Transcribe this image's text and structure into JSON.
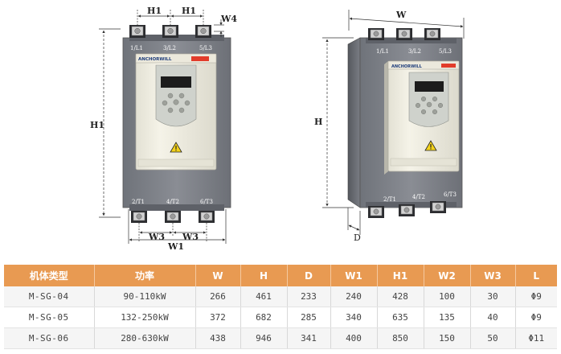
{
  "front_view": {
    "dims": {
      "h1_left": "H1",
      "h1_right": "H1",
      "w4": "W4",
      "h1_side": "H1",
      "w3_left": "W3",
      "w3_right": "W3",
      "w1": "W1"
    },
    "terminals_top": [
      "1/L1",
      "3/L2",
      "5/L3"
    ],
    "terminals_bottom": [
      "2/T1",
      "4/T2",
      "6/T3"
    ],
    "brand": "ANCHORWILL",
    "panel_colors": {
      "plate": "#7d8087",
      "body": "#f2f0e4",
      "keypad": "#cfd2cc",
      "accent": "#e23c2a"
    }
  },
  "side_view": {
    "dims": {
      "w": "W",
      "h": "H",
      "d": "D"
    },
    "terminals_top": [
      "1/L1",
      "3/L2",
      "5/L3"
    ],
    "terminals_bottom": [
      "2/T1",
      "4/T2",
      "6/T3"
    ],
    "brand": "ANCHORWILL"
  },
  "table": {
    "header_color": "#e89a52",
    "columns": [
      "机体类型",
      "功率",
      "W",
      "H",
      "D",
      "W1",
      "H1",
      "W2",
      "W3",
      "L"
    ],
    "rows": [
      [
        "M-SG-04",
        "90-110kW",
        "266",
        "461",
        "233",
        "240",
        "428",
        "100",
        "30",
        "Φ9"
      ],
      [
        "M-SG-05",
        "132-250kW",
        "372",
        "682",
        "285",
        "340",
        "635",
        "135",
        "40",
        "Φ9"
      ],
      [
        "M-SG-06",
        "280-630kW",
        "438",
        "946",
        "341",
        "400",
        "850",
        "150",
        "50",
        "Φ11"
      ]
    ]
  }
}
